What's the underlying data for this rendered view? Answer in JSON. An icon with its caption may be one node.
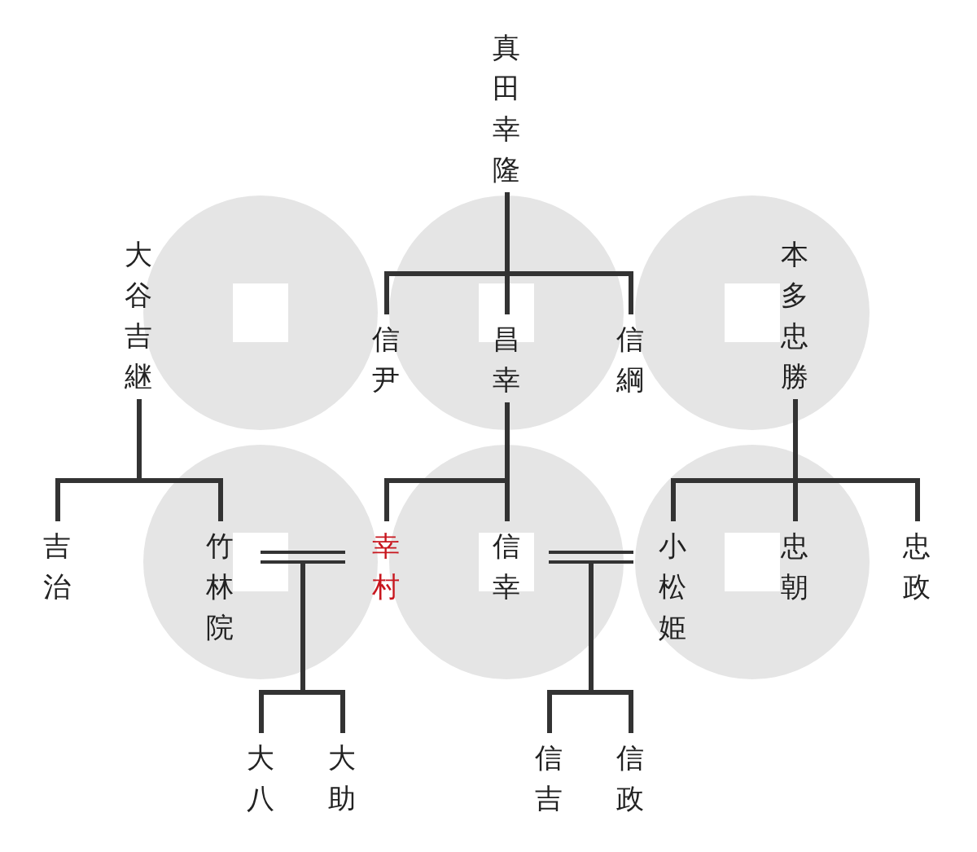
{
  "diagram": {
    "nodes": [
      {
        "text": [
          "真田幸隆"
        ]
      },
      {
        "text": [
          "大谷吉継"
        ]
      },
      {
        "text": [
          "信尹"
        ]
      },
      {
        "text": [
          "昌幸"
        ]
      },
      {
        "text": [
          "信綱"
        ]
      },
      {
        "text": [
          "本多忠勝"
        ]
      },
      {
        "text": [
          "吉治"
        ]
      },
      {
        "text": [
          "竹林院"
        ]
      },
      {
        "text": [
          "幸村"
        ]
      },
      {
        "text": [
          "信幸"
        ]
      },
      {
        "text": [
          "小松姫"
        ]
      },
      {
        "text": [
          "忠朝"
        ]
      },
      {
        "text": [
          "忠政"
        ]
      },
      {
        "text": [
          "大八"
        ]
      },
      {
        "text": [
          "大助"
        ]
      },
      {
        "text": [
          "信吉"
        ]
      },
      {
        "text": [
          "信政"
        ]
      },
      {
        "text": [],
        "shape": "bar"
      },
      {
        "text": [],
        "shape": "bar"
      }
    ],
    "edges": [
      {
        "from": 0,
        "to": 2,
        "arrow": "none"
      },
      {
        "from": 0,
        "to": 3,
        "arrow": "none"
      },
      {
        "from": 0,
        "to": 4,
        "arrow": "none"
      },
      {
        "from": 1,
        "to": 6,
        "arrow": "none"
      },
      {
        "from": 1,
        "to": 7,
        "arrow": "none"
      },
      {
        "from": 3,
        "to": 8,
        "arrow": "none"
      },
      {
        "from": 3,
        "to": 9,
        "arrow": "none"
      },
      {
        "from": 5,
        "to": 10,
        "arrow": "none"
      },
      {
        "from": 5,
        "to": 11,
        "arrow": "none"
      },
      {
        "from": 5,
        "to": 12,
        "arrow": "none"
      },
      {
        "from": 17,
        "to": 13,
        "arrow": "none"
      },
      {
        "from": 17,
        "to": 14,
        "arrow": "none"
      },
      {
        "from": 18,
        "to": 15,
        "arrow": "none"
      },
      {
        "from": 18,
        "to": 16,
        "arrow": "none"
      }
    ]
  }
}
